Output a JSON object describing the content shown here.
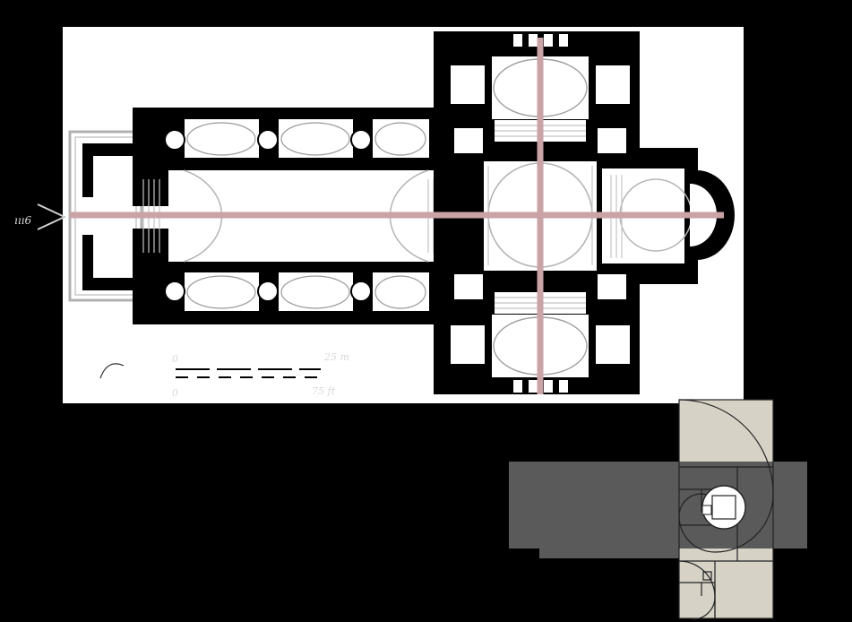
{
  "plan": {
    "entry_label": "ııı6",
    "scale_bar": {
      "top_start": "0",
      "top_end": "25 m",
      "bottom_start": "0",
      "bottom_end": "75 ft"
    },
    "axis_color": "#c9a3a6",
    "wall_color": "#000000",
    "paper_color": "#ffffff"
  },
  "golden_overlay": {
    "panel_color": "#d6d2c6",
    "bar_color": "#5a5a5a",
    "spiral_color": "#222222"
  }
}
